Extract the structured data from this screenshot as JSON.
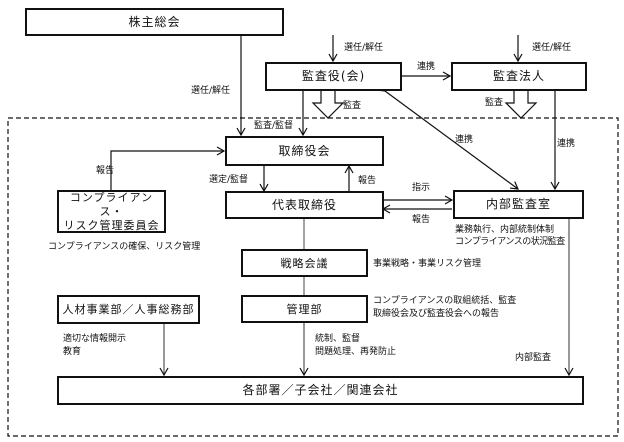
{
  "boxes": {
    "shareholders_meeting": "株主総会",
    "audit_board": "監査役(会)",
    "audit_firm": "監査法人",
    "board_of_directors": "取締役会",
    "representative_director": "代表取締役",
    "compliance_committee_line1": "コンプライアンス・",
    "compliance_committee_line2": "リスク管理委員会",
    "internal_audit_office": "内部監査室",
    "strategy_meeting": "戦略会議",
    "hr_department": "人材事業部／人事総務部",
    "administration_department": "管理部",
    "departments": "各部署／子会社／関連会社"
  },
  "labels": {
    "elect_dismiss_left": "選任/解任",
    "elect_dismiss_audit_board": "選任/解任",
    "elect_dismiss_audit_firm": "選任/解任",
    "cooperation_top": "連携",
    "audit_board_audit": "監査",
    "audit_firm_audit": "監査",
    "audit_supervise": "監査/監督",
    "cooperation_diagonal": "連携",
    "cooperation_right": "連携",
    "report_compliance": "報告",
    "select_supervise": "選定/監督",
    "report_to_board": "報告",
    "instruction": "指示",
    "report_from_internal": "報告",
    "compliance_note": "コンプライアンスの確保、リスク管理",
    "internal_audit_note_line1": "業務執行、内部統制体制",
    "internal_audit_note_line2": "コンプライアンスの状況監査",
    "strategy_note": "事業戦略・事業リスク管理",
    "admin_note_line1": "コンプライアンスの取組統括、監査",
    "admin_note_line2": "取締役会及び監査役会への報告",
    "hr_note_line1": "適切な情報開示",
    "hr_note_line2": "教育",
    "admin_down_line1": "統制、監督",
    "admin_down_line2": "問題処理、再発防止",
    "internal_audit_down": "内部監査"
  }
}
